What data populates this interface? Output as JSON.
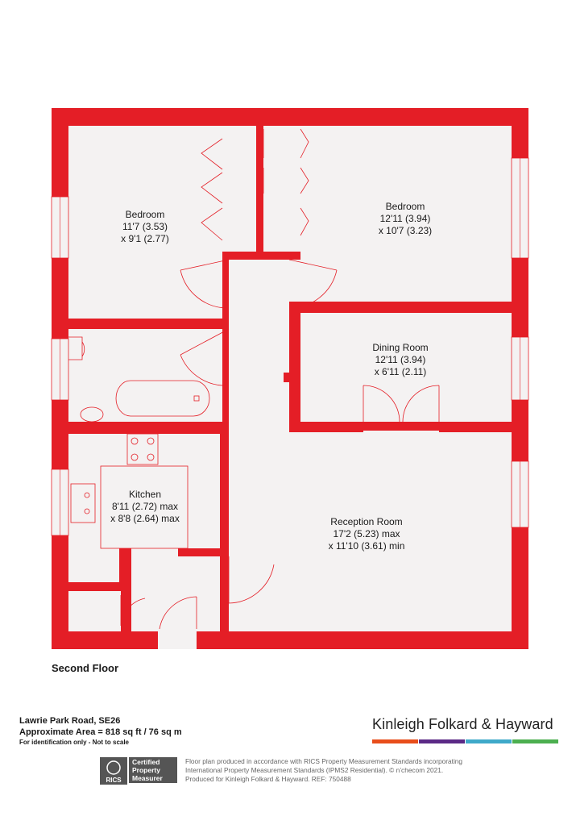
{
  "rooms": [
    {
      "id": "bedroom-1",
      "name": "Bedroom",
      "dim1": "11'7 (3.53)",
      "dim2": "x 9'1 (2.77)"
    },
    {
      "id": "bedroom-2",
      "name": "Bedroom",
      "dim1": "12'11 (3.94)",
      "dim2": "x 10'7 (3.23)"
    },
    {
      "id": "dining-room",
      "name": "Dining Room",
      "dim1": "12'11 (3.94)",
      "dim2": "x 6'11 (2.11)"
    },
    {
      "id": "kitchen",
      "name": "Kitchen",
      "dim1": "8'11 (2.72) max",
      "dim2": "x 8'8 (2.64) max"
    },
    {
      "id": "reception-room",
      "name": "Reception Room",
      "dim1": "17'2 (5.23) max",
      "dim2": "x 11'10 (3.61) min"
    }
  ],
  "floor_title": "Second Floor",
  "address": "Lawrie Park Road, SE26",
  "area": "Approximate Area = 818 sq ft / 76 sq m",
  "note": "For identification only - Not to scale",
  "brand": "Kinleigh Folkard & Hayward",
  "brand_bar_colors": [
    "#e84e1b",
    "#5b2a86",
    "#3fa9c9",
    "#4caf50"
  ],
  "certified_badge": [
    "Certified",
    "Property",
    "Measurer"
  ],
  "rics": "RICS",
  "legal_lines": [
    "Floor plan produced in accordance with RICS Property Measurement Standards incorporating",
    "International Property Measurement Standards (IPMS2 Residential).  © n’checom 2021.",
    "Produced for Kinleigh Folkard & Hayward.   REF: 750488"
  ],
  "colors": {
    "wall": "#e41e26",
    "floor": "#f4f2f2",
    "fixture": "#e41e26"
  }
}
